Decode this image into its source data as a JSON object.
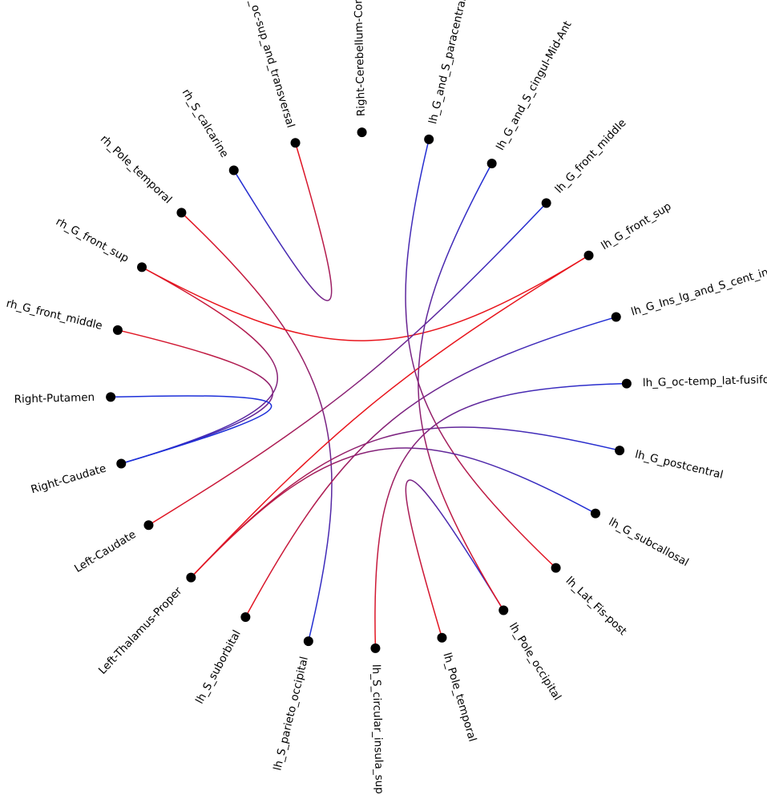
{
  "colors": {
    "red": "#e8141c",
    "blue": "#1c2fd9",
    "node": "#000000"
  },
  "nodes": [
    {
      "label": "Right-Cerebellum-Cortex"
    },
    {
      "label": "lh_G_and_S_paracentral"
    },
    {
      "label": "lh_G_and_S_cingul-Mid-Ant"
    },
    {
      "label": "lh_G_front_middle"
    },
    {
      "label": "lh_G_front_sup"
    },
    {
      "label": "lh_G_Ins_lg_and_S_cent_ins"
    },
    {
      "label": "lh_G_oc-temp_lat-fusifor"
    },
    {
      "label": "lh_G_postcentral"
    },
    {
      "label": "lh_G_subcallosal"
    },
    {
      "label": "lh_Lat_Fis-post"
    },
    {
      "label": "lh_Pole_occipital"
    },
    {
      "label": "lh_Pole_temporal"
    },
    {
      "label": "lh_S_circular_insula_sup"
    },
    {
      "label": "lh_S_parieto_occipital"
    },
    {
      "label": "lh_S_suborbital"
    },
    {
      "label": "Left-Thalamus-Proper"
    },
    {
      "label": "Left-Caudate"
    },
    {
      "label": "Right-Caudate"
    },
    {
      "label": "Right-Putamen"
    },
    {
      "label": "rh_G_front_middle"
    },
    {
      "label": "rh_G_front_sup"
    },
    {
      "label": "rh_Pole_temporal"
    },
    {
      "label": "rh_S_calcarine"
    },
    {
      "label": "rh_S_oc-sup_and_transversal"
    }
  ],
  "edges": [
    {
      "from": 23,
      "to": 22,
      "from_color": "red",
      "to_color": "blue"
    },
    {
      "from": 21,
      "to": 13,
      "from_color": "red",
      "to_color": "blue"
    },
    {
      "from": 20,
      "to": 4,
      "from_color": "red",
      "to_color": "red"
    },
    {
      "from": 20,
      "to": 17,
      "from_color": "red",
      "to_color": "blue"
    },
    {
      "from": 19,
      "to": 17,
      "from_color": "red",
      "to_color": "blue"
    },
    {
      "from": 18,
      "to": 17,
      "from_color": "blue",
      "to_color": "blue"
    },
    {
      "from": 16,
      "to": 3,
      "from_color": "red",
      "to_color": "blue"
    },
    {
      "from": 15,
      "to": 4,
      "from_color": "red",
      "to_color": "red"
    },
    {
      "from": 15,
      "to": 7,
      "from_color": "red",
      "to_color": "blue"
    },
    {
      "from": 14,
      "to": 5,
      "from_color": "red",
      "to_color": "blue"
    },
    {
      "from": 12,
      "to": 6,
      "from_color": "red",
      "to_color": "blue"
    },
    {
      "from": 11,
      "to": 10,
      "from_color": "red",
      "to_color": "blue"
    },
    {
      "from": 10,
      "to": 2,
      "from_color": "red",
      "to_color": "blue"
    },
    {
      "from": 9,
      "to": 1,
      "from_color": "red",
      "to_color": "blue"
    },
    {
      "from": 8,
      "to": 15,
      "from_color": "blue",
      "to_color": "red"
    }
  ]
}
